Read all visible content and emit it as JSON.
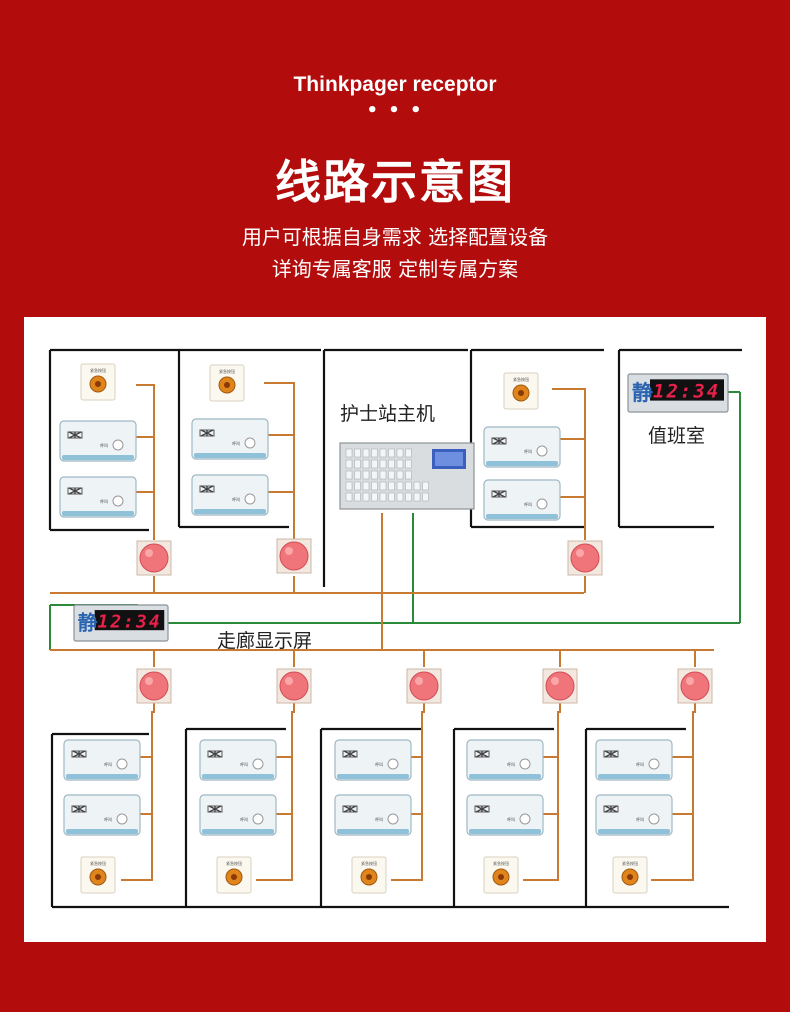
{
  "header": {
    "subtitle_en": "Thinkpager receptor",
    "dots": "• • •",
    "title": "线路示意图",
    "desc_line1": "用户可根据自身需求 选择配置设备",
    "desc_line2": "详询专属客服 定制专属方案"
  },
  "diagram": {
    "nurse_station_label": "护士站主机",
    "duty_room_label": "值班室",
    "corridor_label": "走廊显示屏",
    "display_time": "12:34",
    "display_quiet_char": "静",
    "emergency_button_label": "紧急按钮",
    "bed_unit_mark": "呼叫",
    "wire_color": "#c97a32",
    "bus_color": "#2a8a3a"
  }
}
